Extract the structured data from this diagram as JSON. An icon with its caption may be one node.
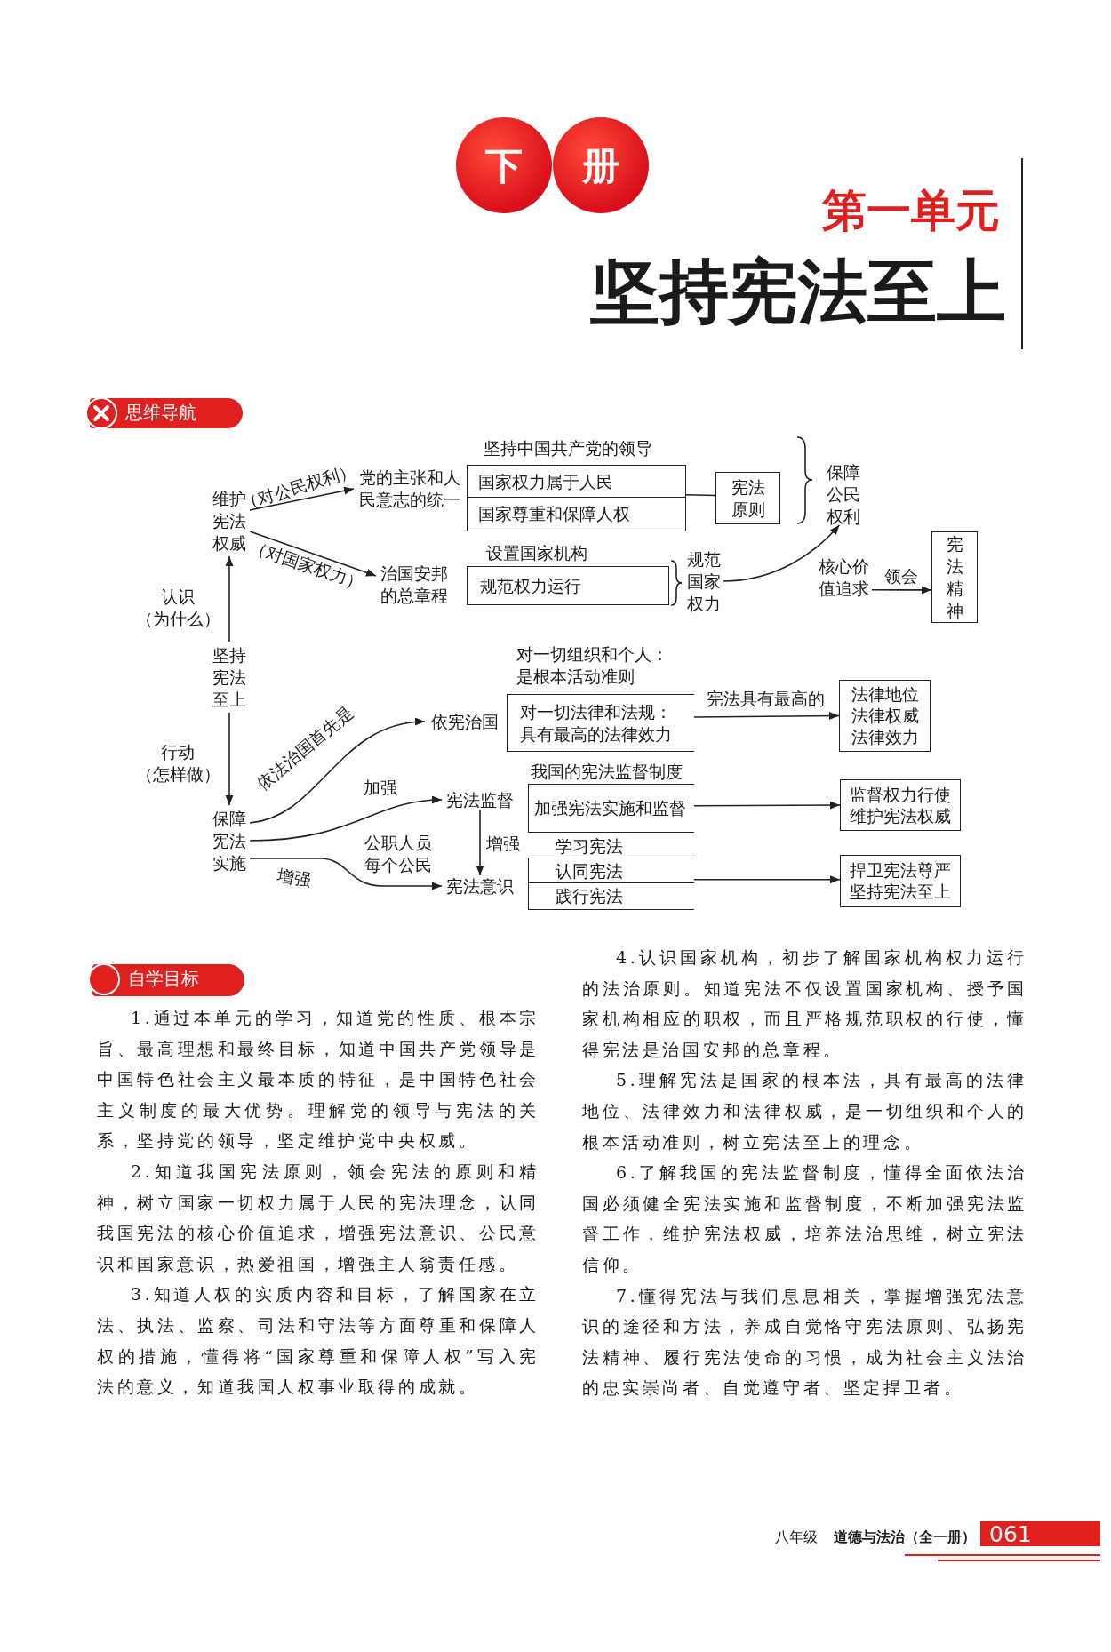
{
  "diagram": {
    "title": "坚持宪法至上",
    "nodes": [
      {
        "text": [
          "下"
        ]
      },
      {
        "text": [
          "册"
        ]
      },
      {
        "text": [
          "思维导航"
        ]
      },
      {
        "text": [
          "维护宪法权威"
        ]
      },
      {
        "text": [
          "党的主张和人民意志的统一"
        ]
      },
      {
        "text": [
          "国家权力属于人民",
          "国家尊重和保障人权"
        ]
      },
      {
        "text": [
          "宪法原则"
        ]
      },
      {
        "text": [
          "保障公民权利"
        ]
      },
      {
        "text": [
          "治国安邦的总章程"
        ]
      },
      {
        "text": [
          "规范权力运行"
        ]
      },
      {
        "text": [
          "规范国家权力"
        ]
      },
      {
        "text": [
          "核心价值追求"
        ]
      },
      {
        "text": [
          "宪法精神"
        ]
      },
      {
        "text": [
          "坚持宪法至上"
        ]
      },
      {
        "text": [
          "依宪治国"
        ]
      },
      {
        "text": [
          "对一切法律和法规：具有最高的法律效力"
        ]
      },
      {
        "text": [
          "法律地位",
          "法律权威",
          "法律效力"
        ]
      },
      {
        "text": [
          "宪法监督"
        ]
      },
      {
        "text": [
          "加强宪法实施和监督"
        ]
      },
      {
        "text": [
          "监督权力行使",
          "维护宪法权威"
        ]
      },
      {
        "text": [
          "保障宪法实施"
        ]
      },
      {
        "text": [
          "宪法意识"
        ]
      },
      {
        "text": [
          "认同宪法",
          "践行宪法"
        ]
      },
      {
        "text": [
          "捍卫宪法尊严",
          "坚持宪法至上"
        ]
      },
      {
        "text": [
          "自学目标"
        ]
      },
      {
        "text": [
          "061"
        ]
      }
    ],
    "edges": [
      {
        "from": 3,
        "to": 4,
        "arrow": "to",
        "label": "（对公民权利）"
      },
      {
        "from": 3,
        "to": 8,
        "arrow": "to",
        "label": "（对国家权力）"
      },
      {
        "from": 13,
        "to": 3,
        "arrow": "to",
        "label": "认识（为什么）"
      },
      {
        "from": 13,
        "to": 20,
        "arrow": "to",
        "label": "行动（怎样做）"
      },
      {
        "from": 5,
        "to": 6,
        "arrow": "none"
      },
      {
        "from": 10,
        "to": 7,
        "arrow": "to"
      },
      {
        "from": 11,
        "to": 12,
        "arrow": "to",
        "label": "领会"
      },
      {
        "from": 20,
        "to": 14,
        "arrow": "to",
        "label": "依法治国首先是"
      },
      {
        "from": 20,
        "to": 17,
        "arrow": "to",
        "label": "加强"
      },
      {
        "from": 20,
        "to": 21,
        "arrow": "to",
        "label": "增强"
      },
      {
        "from": 17,
        "to": 21,
        "arrow": "to",
        "label": "增强"
      },
      {
        "from": 15,
        "to": 16,
        "arrow": "to",
        "label": "宪法具有最高的"
      },
      {
        "from": 18,
        "to": 19,
        "arrow": "to"
      },
      {
        "from": 22,
        "to": 23,
        "arrow": "to"
      }
    ],
    "labels": [
      "第一单元",
      "坚持中国共产党的领导",
      "设置国家机构",
      "对一切组织和个人：是根本活动准则",
      "我国的宪法监督制度",
      "学习宪法",
      "公职人员每个公民",
      "1.通过本单元的学习，知道党的性质、根本宗旨、最高理想和最终目标，知道中国共产党领导是中国特色社会主义最本质的特征，是中国特色社会主义制度的最大优势。理解党的领导与宪法的关系，坚持党的领导，坚定维护党中央权威。",
      "2.知道我国宪法原则，领会宪法的原则和精神，树立国家一切权力属于人民的宪法理念，认同我国宪法的核心价值追求，增强宪法意识、公民意识和国家意识，热爱祖国，增强主人翁责任感。",
      "3.知道人权的实质内容和目标，了解国家在立法、执法、监察、司法和守法等方面尊重和保障人权的措施，懂得将“国家尊重和保障人权”写入宪法的意义，知道我国人权事业取得的成就。",
      "4.认识国家机构，初步了解国家机构权力运行的法治原则。知道宪法不仅设置国家机构、授予国家机构相应的职权，而且严格规范职权的行使，懂得宪法是治国安邦的总章程。",
      "5.理解宪法是国家的根本法，具有最高的法律地位、法律效力和法律权威，是一切组织和个人的根本活动准则，树立宪法至上的理念。",
      "6.了解我国的宪法监督制度，懂得全面依法治国必须健全宪法实施和监督制度，不断加强宪法监督工作，维护宪法权威，培养法治思维，树立宪法信仰。",
      "7.懂得宪法与我们息息相关，掌握增强宪法意识的途径和方法，养成自觉恪守宪法原则、弘扬宪法精神、履行宪法使命的习惯，成为社会主义法治的忠实崇尚者、自觉遵守者、坚定捍卫者。",
      "八年级",
      "道德与法治（全一册）"
    ]
  }
}
